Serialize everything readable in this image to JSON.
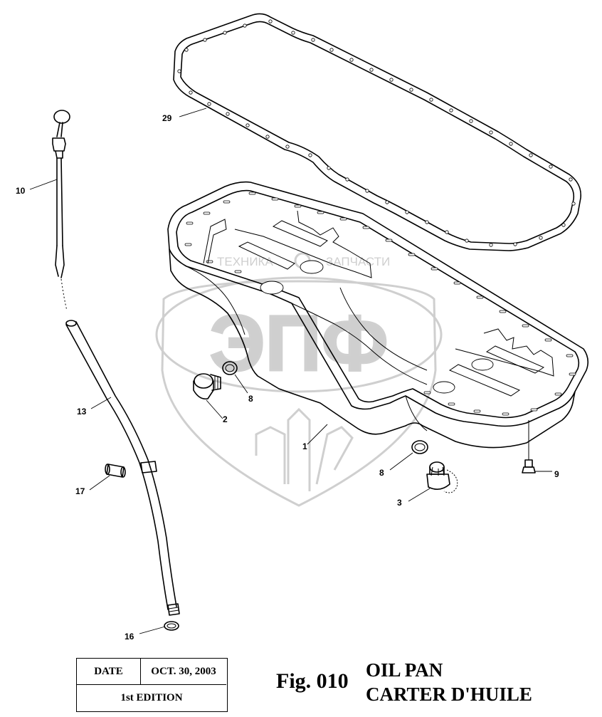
{
  "callouts": {
    "c29": "29",
    "c10": "10",
    "c8a": "8",
    "c2": "2",
    "c1": "1",
    "c13": "13",
    "c8b": "8",
    "c9": "9",
    "c3": "3",
    "c17": "17",
    "c16": "16"
  },
  "watermark": {
    "line1_left": "ТЕХНИКА",
    "line1_right": "ЗАПЧАСТИ",
    "logo": "ЭПФ"
  },
  "title_block": {
    "date_label": "DATE",
    "date_value": "OCT. 30, 2003",
    "edition": "1st EDITION",
    "fig_label": "Fig. 010",
    "title_en": "OIL PAN",
    "title_fr": "CARTER D'HUILE"
  }
}
